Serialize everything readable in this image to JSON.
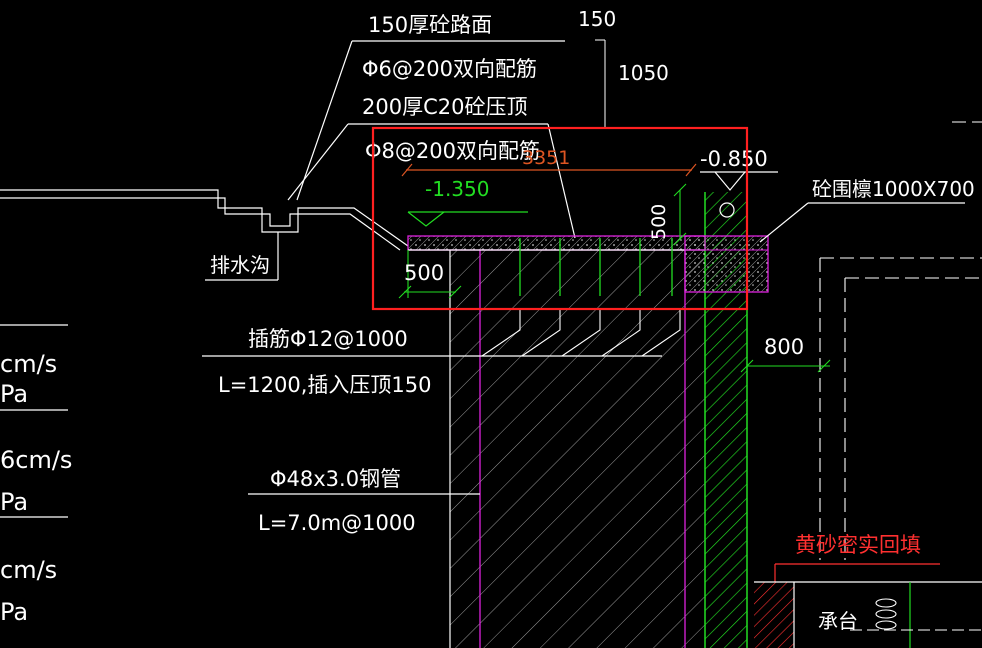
{
  "drawing": {
    "labels": {
      "top_dim": "150",
      "right_dim": "1050",
      "leader1": "150厚砼路面",
      "leader2": "Φ6@200双向配筋",
      "leader3": "200厚C20砼压顶",
      "leader4": "Φ8@200双向配筋",
      "dim_3351": "3351",
      "level_left": "-1.350",
      "level_right": "-0.850",
      "dim_500_v": "500",
      "dim_500_h": "500",
      "beam_label": "砼围檩1000X700",
      "drain_label": "排水沟",
      "dim_800": "800",
      "rebar1": "插筋Φ12@1000",
      "rebar2": "L=1200,插入压顶150",
      "pipe1": "Φ48x3.0钢管",
      "pipe2": "L=7.0m@1000",
      "backfill": "黄砂密实回填",
      "cap": "承台",
      "left_cms_1": "cm/s",
      "left_pa_1": "Pa",
      "left_cms_2": "6cm/s",
      "left_pa_2": "Pa",
      "left_cms_3": "cm/s",
      "left_pa_3": "Pa"
    },
    "colors": {
      "background": "#000000",
      "line": "#ffffff",
      "highlight": "#ff2020",
      "green": "#22dd22",
      "magenta": "#dd22dd",
      "orange": "#dd5522",
      "hatch": "#bbbbbb"
    }
  }
}
